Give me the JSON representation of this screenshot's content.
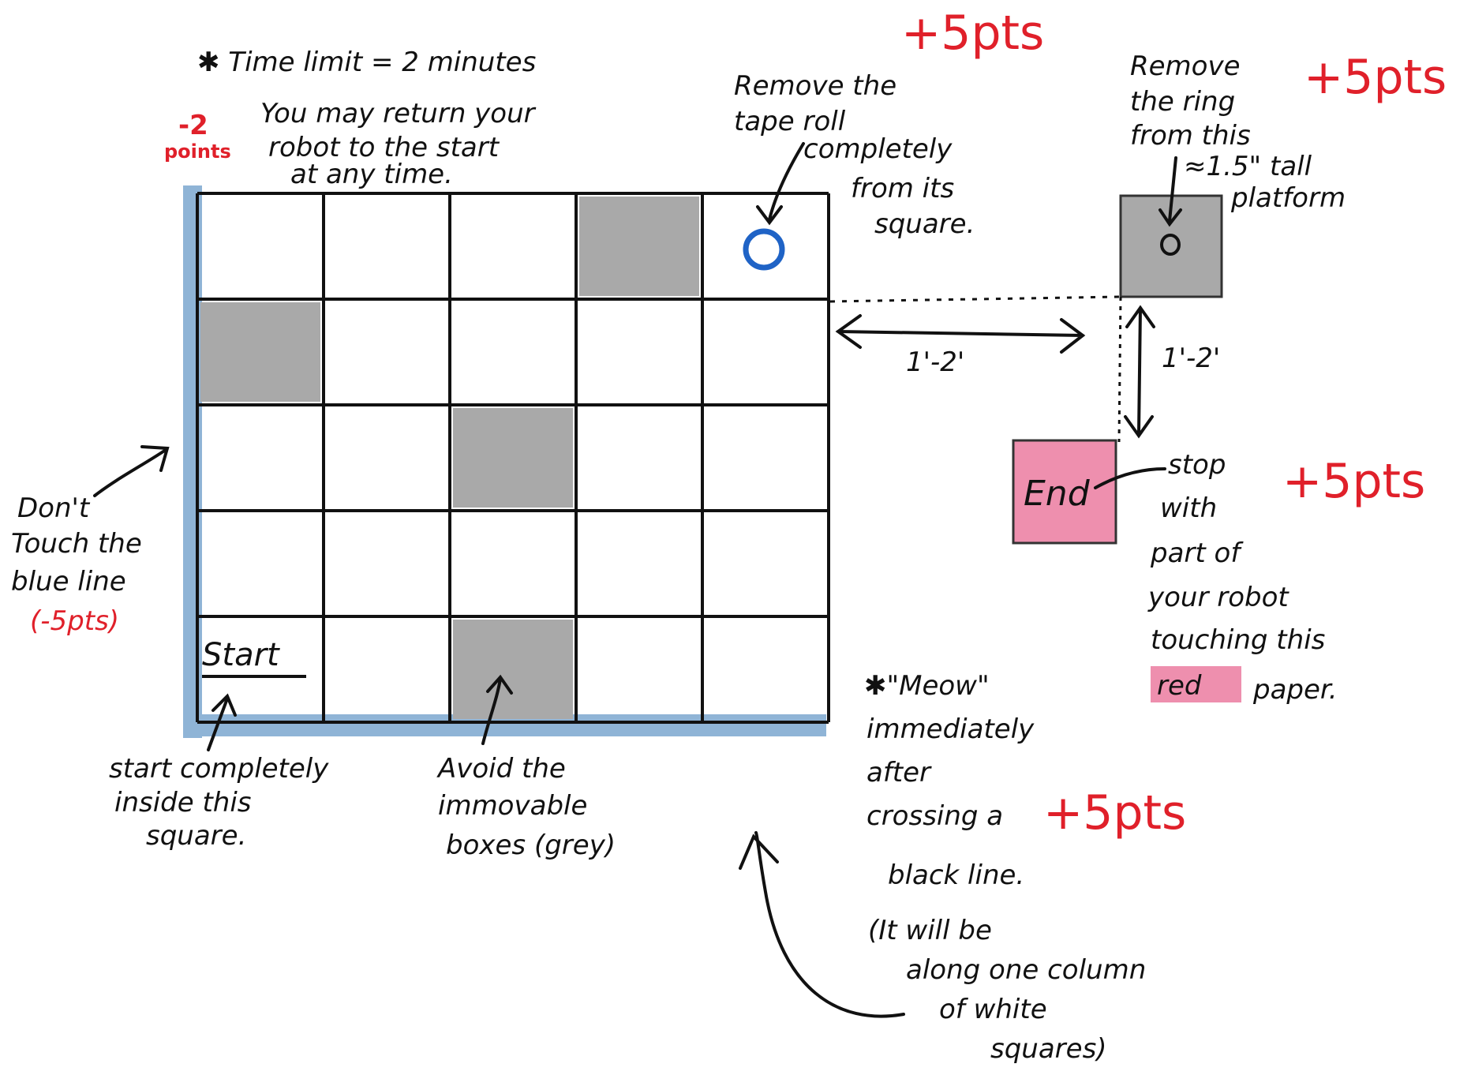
{
  "colors": {
    "ink": "#111111",
    "accent_red": "#e0202a",
    "blue_line": "#8fb4d6",
    "grey_box": "#a9a9a9",
    "end_pink": "#ee8fae",
    "tape_blue": "#1f63c6"
  },
  "title_note": "✱ Time limit = 2 minutes",
  "return_note": {
    "lines": [
      "You may return your",
      "robot  to the start",
      "at any time."
    ],
    "penalty": [
      "-2",
      "points"
    ]
  },
  "grid": {
    "rows": 5,
    "cols": 5,
    "grey_cells": [
      [
        0,
        3
      ],
      [
        1,
        0
      ],
      [
        2,
        2
      ],
      [
        4,
        2
      ]
    ],
    "start_cell": [
      4,
      0
    ],
    "start_label": "Start",
    "tape_roll_cell": [
      0,
      4
    ]
  },
  "tape_note": {
    "lines": [
      "Remove the",
      "tape roll",
      "completely",
      "from its",
      "square."
    ],
    "points": "+5pts"
  },
  "platform_note": {
    "lines": [
      "Remove",
      "the ring",
      "from this"
    ],
    "height_lines": [
      "≈1.5\" tall",
      "platform"
    ],
    "points": "+5pts"
  },
  "distances": {
    "horizontal": "1'-2'",
    "vertical": "1'-2'"
  },
  "end_box": {
    "label": "End"
  },
  "stop_note": {
    "lines": [
      "stop",
      "with",
      "part of",
      "your robot",
      "touching this"
    ],
    "red_word": "red",
    "last_word": "paper.",
    "points": "+5pts"
  },
  "blue_line_note": {
    "lines": [
      "Don't",
      "Touch the",
      "blue line"
    ],
    "penalty": "(-5pts)"
  },
  "start_note": {
    "lines": [
      "start completely",
      "inside  this",
      "square."
    ]
  },
  "avoid_note": {
    "lines": [
      "Avoid the",
      "immovable",
      "boxes (grey)"
    ]
  },
  "meow_note": {
    "lines": [
      "✱\"Meow\"",
      "immediately",
      "after",
      "crossing a",
      "black line."
    ],
    "points": "+5pts",
    "paren_lines": [
      "(It will be",
      "along one column",
      "of white",
      "squares)"
    ]
  }
}
